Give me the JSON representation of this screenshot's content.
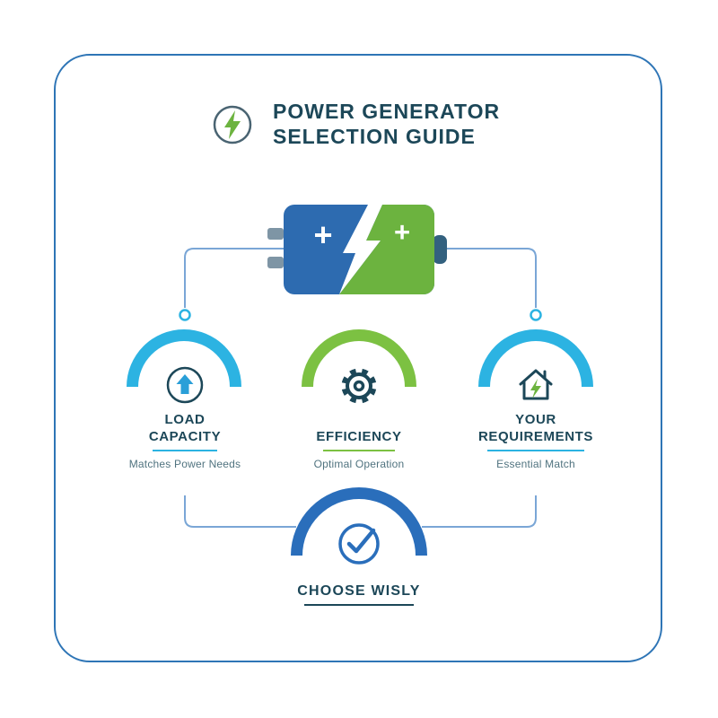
{
  "header": {
    "title_line1": "POWER GENERATOR",
    "title_line2": "SELECTION GUIDE",
    "icon": "lightning-circle-icon"
  },
  "battery": {
    "icon": "split-battery-icon",
    "plus_left": "+",
    "plus_right": "+"
  },
  "nodes": [
    {
      "id": "load-capacity",
      "label_lines": [
        "LOAD",
        "CAPACITY"
      ],
      "sublabel": "Matches Power Needs",
      "icon": "up-arrow-circle-icon",
      "arc_color": "#2cb3e2",
      "underline_color": "#2cb3e2"
    },
    {
      "id": "efficiency",
      "label_lines": [
        "EFFICIENCY"
      ],
      "sublabel": "Optimal Operation",
      "icon": "gear-icon",
      "arc_color": "#7cc142",
      "underline_color": "#7cc142"
    },
    {
      "id": "your-requirements",
      "label_lines": [
        "YOUR",
        "REQUIREMENTS"
      ],
      "sublabel": "Essential Match",
      "icon": "house-lightning-icon",
      "arc_color": "#2cb3e2",
      "underline_color": "#2cb3e2"
    }
  ],
  "footer": {
    "label": "CHOOSE WISLY",
    "icon": "check-circle-icon",
    "arc_color": "#2a6ebb",
    "underline_color": "#1c4758"
  },
  "colors": {
    "frame_border": "#2e75b6",
    "title_navy": "#1c4758",
    "connector_line": "#7aa6d6",
    "cyan": "#2cb3e2",
    "green": "#7cc142",
    "mid_blue": "#2a6ebb",
    "battery_blue": "#2d6bb0",
    "battery_green": "#6cb33f",
    "sublabel_gray": "#50737f"
  }
}
